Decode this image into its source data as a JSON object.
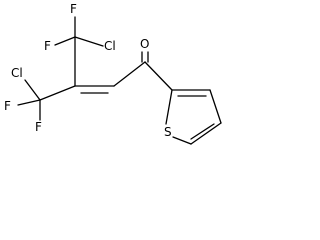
{
  "structure": {
    "atoms": {
      "f_top_left": "F",
      "f_top_right": "F",
      "cl_top": "Cl",
      "o_carbonyl": "O",
      "cl_left": "Cl",
      "f_left": "F",
      "f_bottom": "F",
      "s_thiophene": "S"
    }
  }
}
